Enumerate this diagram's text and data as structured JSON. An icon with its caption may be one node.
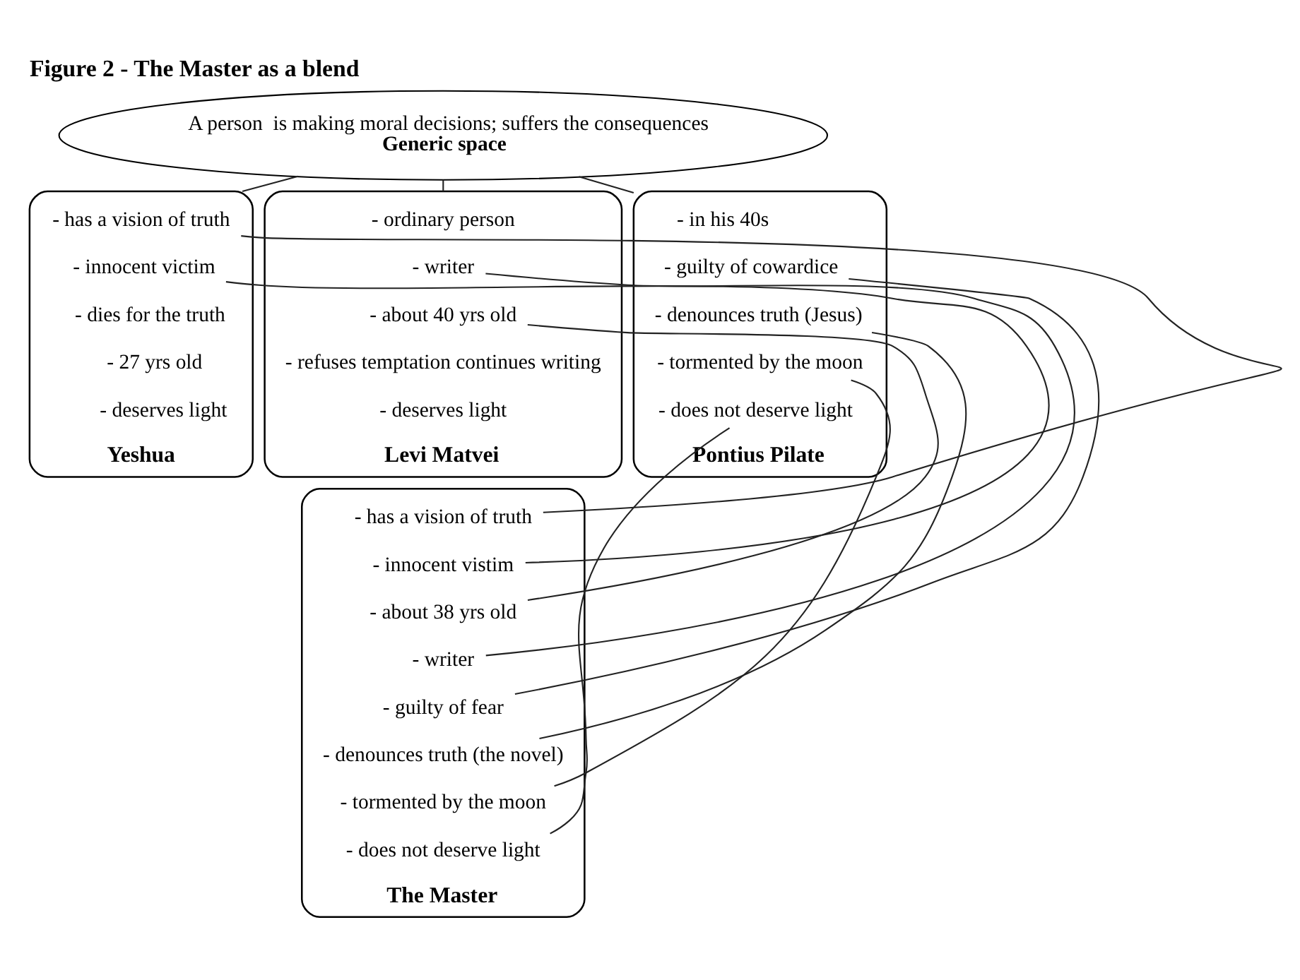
{
  "diagram": {
    "title": "Figure 2 - The Master as a blend",
    "nodes": [
      {
        "text": [
          "A person  is making moral decisions; suffers the consequences",
          "Generic space"
        ]
      },
      {
        "text": [
          "Yeshua"
        ]
      },
      {
        "text": [
          "- has a vision of truth"
        ],
        "in": 1
      },
      {
        "text": [
          "- innocent victim"
        ],
        "in": 1
      },
      {
        "text": [
          "- dies for the truth"
        ],
        "in": 1
      },
      {
        "text": [
          "- 27 yrs old"
        ],
        "in": 1
      },
      {
        "text": [
          "- deserves light"
        ],
        "in": 1
      },
      {
        "text": [
          "Levi Matvei"
        ]
      },
      {
        "text": [
          "- ordinary person"
        ],
        "in": 7
      },
      {
        "text": [
          "- writer"
        ],
        "in": 7
      },
      {
        "text": [
          "- about 40 yrs old"
        ],
        "in": 7
      },
      {
        "text": [
          "- refuses temptation continues writing"
        ],
        "in": 7
      },
      {
        "text": [
          "- deserves light"
        ],
        "in": 7
      },
      {
        "text": [
          "Pontius Pilate"
        ]
      },
      {
        "text": [
          "- in his 40s"
        ],
        "in": 13
      },
      {
        "text": [
          "- guilty of cowardice"
        ],
        "in": 13
      },
      {
        "text": [
          "- denounces truth (Jesus)"
        ],
        "in": 13
      },
      {
        "text": [
          "- tormented by the moon"
        ],
        "in": 13
      },
      {
        "text": [
          "- does not deserve light"
        ],
        "in": 13
      },
      {
        "text": [
          "The Master"
        ]
      },
      {
        "text": [
          "- has a vision of truth"
        ],
        "in": 19
      },
      {
        "text": [
          "- innocent vistim"
        ],
        "in": 19
      },
      {
        "text": [
          "- about 38 yrs old"
        ],
        "in": 19
      },
      {
        "text": [
          "- writer"
        ],
        "in": 19
      },
      {
        "text": [
          "- guilty of fear"
        ],
        "in": 19
      },
      {
        "text": [
          "- denounces truth (the novel)"
        ],
        "in": 19
      },
      {
        "text": [
          "- tormented by the moon"
        ],
        "in": 19
      },
      {
        "text": [
          "- does not deserve light"
        ],
        "in": 19
      }
    ],
    "edges": [
      {
        "from": 0,
        "to": 1,
        "arrow": "none"
      },
      {
        "from": 0,
        "to": 7,
        "arrow": "none"
      },
      {
        "from": 0,
        "to": 13,
        "arrow": "none"
      },
      {
        "from": 2,
        "to": 20,
        "arrow": "none"
      },
      {
        "from": 3,
        "to": 21,
        "arrow": "none"
      },
      {
        "from": 9,
        "to": 23,
        "arrow": "none"
      },
      {
        "from": 10,
        "to": 22,
        "arrow": "none"
      },
      {
        "from": 15,
        "to": 24,
        "arrow": "none"
      },
      {
        "from": 16,
        "to": 25,
        "arrow": "none"
      },
      {
        "from": 17,
        "to": 26,
        "arrow": "none"
      },
      {
        "from": 18,
        "to": 27,
        "arrow": "none"
      }
    ]
  }
}
